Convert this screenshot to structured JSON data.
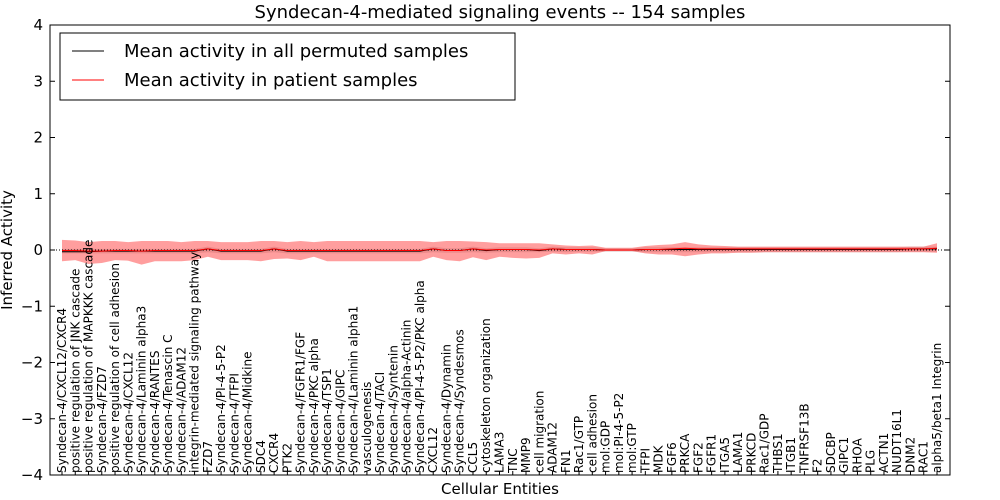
{
  "chart_data": {
    "type": "line",
    "title": "Syndecan-4-mediated signaling events -- 154 samples",
    "xlabel": "Cellular Entities",
    "ylabel": "Inferred Activity",
    "ylim": [
      -4,
      4
    ],
    "yticks": [
      4,
      3,
      2,
      1,
      0,
      -1,
      -2,
      -3,
      -4
    ],
    "ytick_labels": [
      "4",
      "3",
      "2",
      "1",
      "0",
      "−1",
      "−2",
      "−3",
      "−4"
    ],
    "grid": false,
    "legend_position": "top-left",
    "categories": [
      "Syndecan-4/CXCL12/CXCR4",
      "positive regulation of JNK cascade",
      "positive regulation of MAPKKK cascade",
      "Syndecan-4/FZD7",
      "positive regulation of cell adhesion",
      "Syndecan-4/CXCL12",
      "Syndecan-4/Laminin alpha3",
      "Syndecan-4/RANTES",
      "Syndecan-4/Tenascin C",
      "Syndecan-4/ADAM12",
      "integrin-mediated signaling pathway",
      "FZD7",
      "Syndecan-4/PI-4-5-P2",
      "Syndecan-4/TFPI",
      "Syndecan-4/Midkine",
      "SDC4",
      "CXCR4",
      "PTK2",
      "Syndecan-4/FGFR1/FGF",
      "Syndecan-4/PKC alpha",
      "Syndecan-4/TSP1",
      "Syndecan-4/GIPC",
      "Syndecan-4/Laminin alpha1",
      "vasculogenesis",
      "Syndecan-4/TACI",
      "Syndecan-4/Syntenin",
      "Syndecan-4/alpha-Actinin",
      "Syndecan-4/PI-4-5-P2/PKC alpha",
      "CXCL12",
      "Syndecan-4/Dynamin",
      "Syndecan-4/Syndesmos",
      "CCL5",
      "cytoskeleton organization",
      "LAMA3",
      "TNC",
      "MMP9",
      "cell migration",
      "ADAM12",
      "FN1",
      "Rac1/GTP",
      "cell adhesion",
      "mol:GDP",
      "mol:PI-4-5-P2",
      "mol:GTP",
      "TFPI",
      "MDK",
      "FGF6",
      "PRKCA",
      "FGF2",
      "FGFR1",
      "ITGA5",
      "LAMA1",
      "PRKCD",
      "Rac1/GDP",
      "THBS1",
      "ITGB1",
      "TNFRSF13B",
      "F2",
      "SDCBP",
      "GIPC1",
      "RHOA",
      "PLG",
      "ACTN1",
      "NUDT16L1",
      "DNM2",
      "RAC1",
      "alpha5/beta1 Integrin"
    ],
    "series": [
      {
        "name": "Mean activity in all permuted samples",
        "color": "#000000",
        "values": [
          -0.03,
          -0.03,
          -0.03,
          -0.02,
          -0.02,
          -0.02,
          -0.02,
          -0.02,
          -0.02,
          -0.02,
          -0.02,
          0.02,
          -0.02,
          -0.02,
          -0.02,
          -0.02,
          0.02,
          -0.02,
          -0.02,
          -0.02,
          -0.02,
          -0.02,
          -0.02,
          -0.02,
          -0.02,
          -0.02,
          -0.02,
          -0.02,
          0.02,
          -0.01,
          -0.01,
          0.02,
          -0.01,
          0.01,
          0.01,
          0.01,
          -0.01,
          0.02,
          0.01,
          0.01,
          0.01,
          0.0,
          0.0,
          0.0,
          0.01,
          0.01,
          0.01,
          0.01,
          0.01,
          0.01,
          0.01,
          0.01,
          0.01,
          0.01,
          0.01,
          0.01,
          0.01,
          0.01,
          0.01,
          0.01,
          0.01,
          0.01,
          0.01,
          0.01,
          0.02,
          0.02,
          0.02
        ],
        "band": {
          "lower": [
            -0.06,
            -0.06,
            -0.06,
            -0.06,
            -0.06,
            -0.06,
            -0.06,
            -0.06,
            -0.06,
            -0.06,
            -0.06,
            -0.04,
            -0.06,
            -0.06,
            -0.06,
            -0.06,
            -0.04,
            -0.06,
            -0.06,
            -0.06,
            -0.06,
            -0.06,
            -0.06,
            -0.06,
            -0.06,
            -0.06,
            -0.06,
            -0.06,
            -0.04,
            -0.05,
            -0.05,
            -0.04,
            -0.05,
            -0.04,
            -0.04,
            -0.04,
            -0.04,
            -0.03,
            -0.04,
            -0.03,
            -0.03,
            -0.03,
            -0.03,
            -0.03,
            -0.04,
            -0.04,
            -0.04,
            -0.04,
            -0.04,
            -0.04,
            -0.04,
            -0.04,
            -0.04,
            -0.04,
            -0.04,
            -0.04,
            -0.04,
            -0.04,
            -0.04,
            -0.04,
            -0.04,
            -0.04,
            -0.04,
            -0.04,
            -0.03,
            -0.03,
            -0.03
          ],
          "upper": [
            0.02,
            0.02,
            0.02,
            0.02,
            0.02,
            0.02,
            0.02,
            0.02,
            0.02,
            0.02,
            0.02,
            0.06,
            0.02,
            0.02,
            0.02,
            0.02,
            0.06,
            0.02,
            0.02,
            0.02,
            0.02,
            0.02,
            0.02,
            0.02,
            0.02,
            0.02,
            0.02,
            0.02,
            0.06,
            0.03,
            0.03,
            0.06,
            0.03,
            0.05,
            0.05,
            0.05,
            0.03,
            0.06,
            0.05,
            0.05,
            0.05,
            0.03,
            0.03,
            0.03,
            0.05,
            0.05,
            0.05,
            0.05,
            0.05,
            0.05,
            0.05,
            0.05,
            0.05,
            0.05,
            0.05,
            0.05,
            0.05,
            0.05,
            0.05,
            0.05,
            0.05,
            0.05,
            0.05,
            0.05,
            0.06,
            0.06,
            0.06
          ]
        }
      },
      {
        "name": "Mean activity in patient samples",
        "color": "#ff0000",
        "values": [
          -0.01,
          -0.01,
          -0.02,
          -0.02,
          -0.01,
          -0.01,
          -0.02,
          -0.01,
          -0.01,
          -0.01,
          -0.01,
          0.02,
          -0.01,
          -0.01,
          -0.01,
          -0.01,
          0.02,
          -0.01,
          -0.01,
          -0.01,
          -0.01,
          -0.01,
          -0.01,
          -0.01,
          -0.01,
          -0.01,
          -0.01,
          -0.01,
          0.02,
          -0.01,
          -0.01,
          0.02,
          0.0,
          0.01,
          0.01,
          0.01,
          0.0,
          0.02,
          0.01,
          0.01,
          0.01,
          0.0,
          0.0,
          0.0,
          0.01,
          0.01,
          0.02,
          0.03,
          0.02,
          0.02,
          0.02,
          0.02,
          0.02,
          0.02,
          0.02,
          0.02,
          0.02,
          0.02,
          0.02,
          0.02,
          0.02,
          0.02,
          0.02,
          0.02,
          0.02,
          0.02,
          0.03
        ],
        "band": {
          "lower": [
            -0.2,
            -0.18,
            -0.25,
            -0.23,
            -0.18,
            -0.19,
            -0.26,
            -0.2,
            -0.2,
            -0.2,
            -0.18,
            -0.12,
            -0.18,
            -0.18,
            -0.18,
            -0.2,
            -0.16,
            -0.15,
            -0.18,
            -0.12,
            -0.2,
            -0.2,
            -0.2,
            -0.2,
            -0.2,
            -0.2,
            -0.2,
            -0.2,
            -0.12,
            -0.18,
            -0.2,
            -0.13,
            -0.18,
            -0.12,
            -0.14,
            -0.15,
            -0.14,
            -0.06,
            -0.08,
            -0.06,
            -0.08,
            -0.02,
            -0.02,
            -0.02,
            -0.06,
            -0.08,
            -0.08,
            -0.11,
            -0.08,
            -0.06,
            -0.06,
            -0.05,
            -0.05,
            -0.04,
            -0.04,
            -0.04,
            -0.04,
            -0.04,
            -0.04,
            -0.04,
            -0.04,
            -0.04,
            -0.04,
            -0.04,
            -0.04,
            -0.04,
            -0.05
          ],
          "upper": [
            0.18,
            0.17,
            0.14,
            0.16,
            0.16,
            0.14,
            0.16,
            0.16,
            0.16,
            0.14,
            0.16,
            0.16,
            0.14,
            0.14,
            0.14,
            0.16,
            0.16,
            0.14,
            0.16,
            0.14,
            0.16,
            0.16,
            0.16,
            0.16,
            0.16,
            0.16,
            0.16,
            0.16,
            0.14,
            0.16,
            0.16,
            0.15,
            0.14,
            0.12,
            0.12,
            0.12,
            0.12,
            0.1,
            0.08,
            0.07,
            0.08,
            0.04,
            0.04,
            0.04,
            0.07,
            0.09,
            0.1,
            0.14,
            0.1,
            0.08,
            0.07,
            0.06,
            0.06,
            0.06,
            0.06,
            0.06,
            0.06,
            0.06,
            0.06,
            0.06,
            0.06,
            0.06,
            0.06,
            0.06,
            0.06,
            0.06,
            0.12
          ]
        }
      }
    ]
  }
}
